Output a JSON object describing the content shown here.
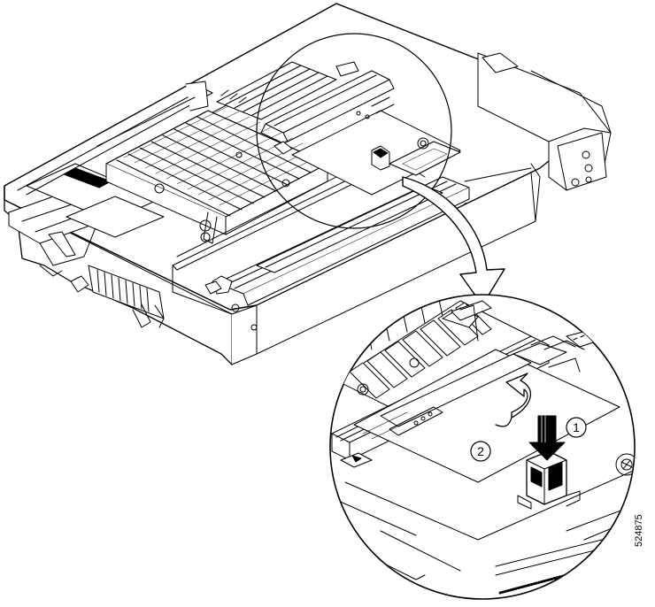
{
  "figure": {
    "id_label": "524875",
    "callouts": [
      {
        "number": "1",
        "meaning": "press-latch"
      },
      {
        "number": "2",
        "meaning": "rotate-up"
      }
    ],
    "colors": {
      "line": "#000000",
      "background": "#ffffff",
      "arrow_fill": "#ffffff"
    }
  }
}
